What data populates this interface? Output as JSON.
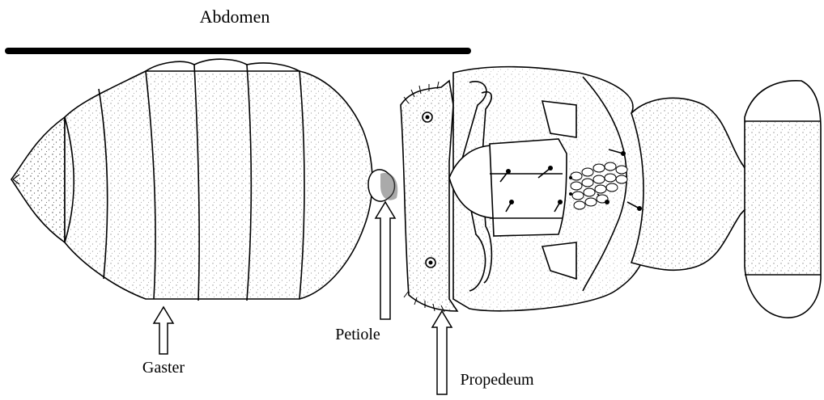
{
  "labels": {
    "abdomen": "Abdomen",
    "petiole": "Petiole",
    "gaster": "Gaster",
    "propedeum": "Propedeum"
  },
  "colors": {
    "ink": "#000000",
    "background": "#ffffff",
    "stipple": "#444444"
  }
}
